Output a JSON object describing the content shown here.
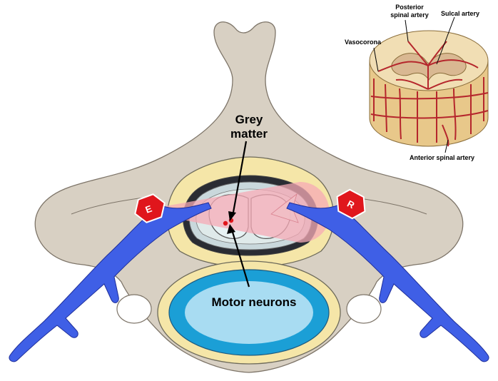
{
  "labels": {
    "grey_matter_line1": "Grey",
    "grey_matter_line2": "matter",
    "motor_neurons": "Motor neurons"
  },
  "inset": {
    "posterior_line1": "Posterior",
    "posterior_line2": "spinal artery",
    "sulcal": "Sulcal artery",
    "vasocorona": "Vasocorona",
    "anterior": "Anterior spinal artery"
  },
  "markers": {
    "left": "E",
    "right": "R"
  },
  "colors": {
    "bone": "#d8d0c3",
    "bone_outline": "#7d7468",
    "yellow": "#f5e6a8",
    "vein": "#3f5fe6",
    "disc_outer": "#1b9fd6",
    "disc_inner": "#a8dcf2",
    "marker": "#e0161c",
    "beam": "#f6a9b6"
  }
}
